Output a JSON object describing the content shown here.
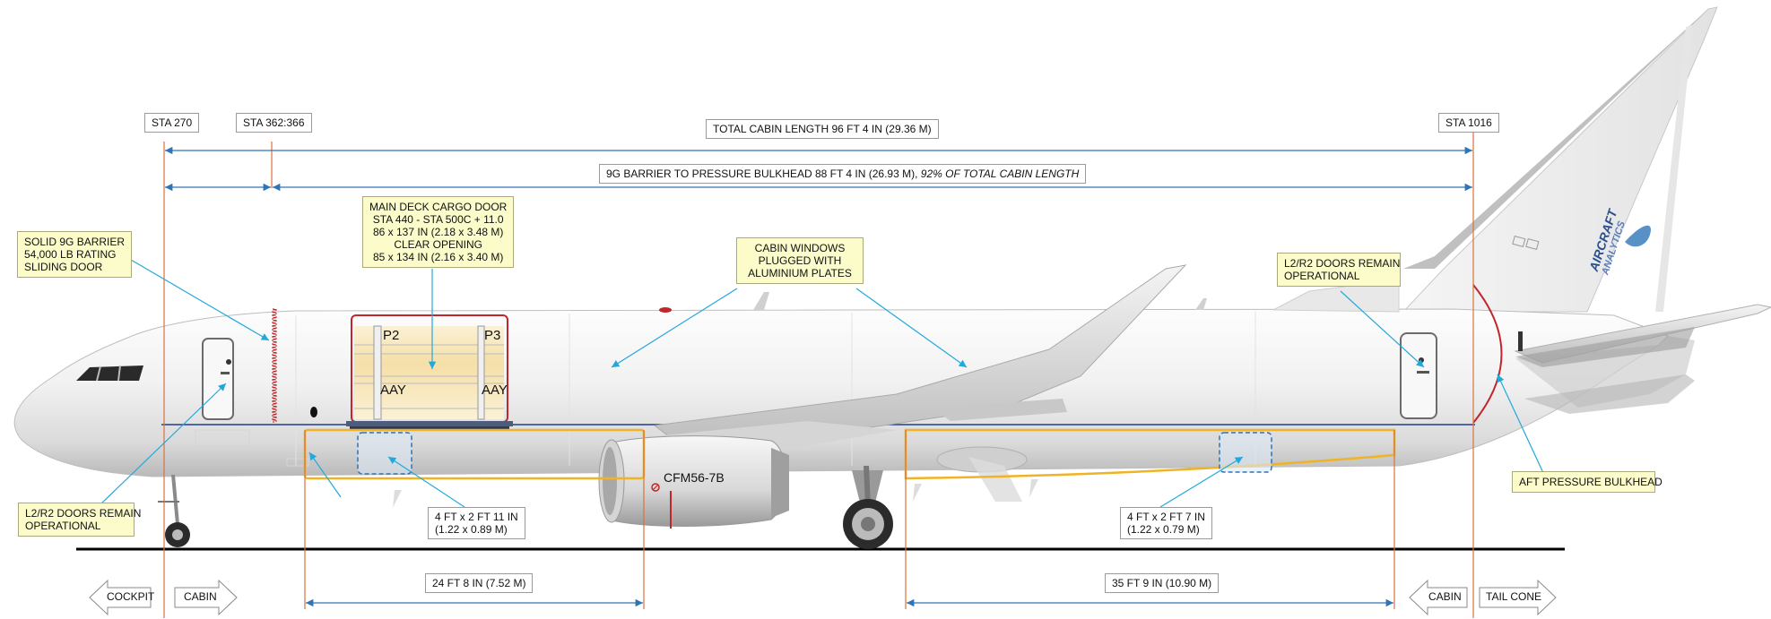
{
  "stations": {
    "sta270": "STA 270",
    "sta362": "STA 362:366",
    "sta1016": "STA 1016"
  },
  "dimensions": {
    "total_cabin": "TOTAL CABIN LENGTH 96 FT 4 IN (29.36 M)",
    "barrier_to_bulkhead_main": "9G BARRIER TO PRESSURE BULKHEAD 88 FT 4 IN (26.93 M), ",
    "barrier_to_bulkhead_italic": "92% OF TOTAL CABIN LENGTH",
    "fwd_hold": "24 FT 8 IN  (7.52 M)",
    "aft_hold": "35 FT 9 IN  (10.90 M)"
  },
  "callouts": {
    "barrier": [
      "SOLID 9G BARRIER",
      "54,000 LB RATING",
      "SLIDING DOOR"
    ],
    "cargo_door": [
      "MAIN DECK CARGO DOOR",
      "STA  440  -  STA 500C + 11.0",
      "86 x 137 IN (2.18 x 3.48 M)",
      "CLEAR OPENING",
      "85 x 134 IN (2.16 x 3.40 M)"
    ],
    "cabin_windows": [
      "CABIN WINDOWS",
      "PLUGGED WITH",
      "ALUMINIUM PLATES"
    ],
    "doors_aft": [
      "L2/R2 DOORS REMAIN",
      "OPERATIONAL"
    ],
    "doors_fwd": [
      "L2/R2 DOORS REMAIN",
      "OPERATIONAL"
    ],
    "aft_bulkhead": "AFT PRESSURE BULKHEAD",
    "fwd_hold_door": [
      "4 FT x 2 FT 11 IN",
      "(1.22 x 0.89 M)"
    ],
    "aft_hold_door": [
      "4 FT x 2 FT 7 IN",
      "(1.22 x 0.79 M)"
    ]
  },
  "cargo": {
    "p2": "P2",
    "p3": "P3",
    "aay1": "AAY",
    "aay2": "AAY"
  },
  "engine_label": "CFM56-7B",
  "logo": [
    "AIRCRAFT",
    "ANALYTICS"
  ],
  "sections": {
    "cockpit": "COCKPIT",
    "cabin_fwd": "CABIN",
    "cabin_aft": "CABIN",
    "tail_cone": "TAIL CONE"
  },
  "colors": {
    "dimension_line": "#2e75b6",
    "station_line": "#d9733c",
    "cargo_frame": "#c0262c",
    "hold_outline": "#f0b323",
    "leader_line": "#21a9dc",
    "note_fill": "#fcfccb"
  }
}
